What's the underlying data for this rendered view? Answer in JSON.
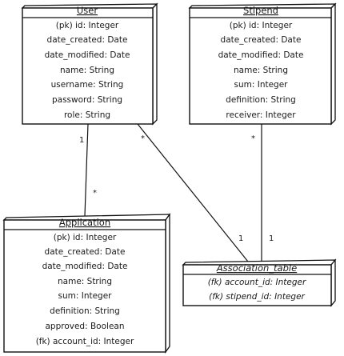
{
  "entities": {
    "user": {
      "title": "User",
      "fields": [
        "(pk) id: Integer",
        "date_created: Date",
        "date_modified: Date",
        "name: String",
        "username: String",
        "password: String",
        "role: String"
      ]
    },
    "stipend": {
      "title": "Stipend",
      "fields": [
        "(pk) id: Integer",
        "date_created: Date",
        "date_modified: Date",
        "name: String",
        "sum: Integer",
        "definition: String",
        "receiver: Integer"
      ]
    },
    "application": {
      "title": "Application",
      "fields": [
        "(pk) id: Integer",
        "date_created: Date",
        "date_modified: Date",
        "name: String",
        "sum: Integer",
        "definition: String",
        "approved: Boolean",
        "(fk) account_id: Integer"
      ]
    },
    "association": {
      "title": "Association_table",
      "fields": [
        "(fk) account_id: Integer",
        "(fk) stipend_id: Integer"
      ]
    }
  },
  "multiplicities": {
    "user_application_user_end": "1",
    "user_application_application_end": "*",
    "user_association_user_end": "*",
    "user_association_association_end": "1",
    "stipend_association_stipend_end": "*",
    "stipend_association_association_end": "1"
  }
}
